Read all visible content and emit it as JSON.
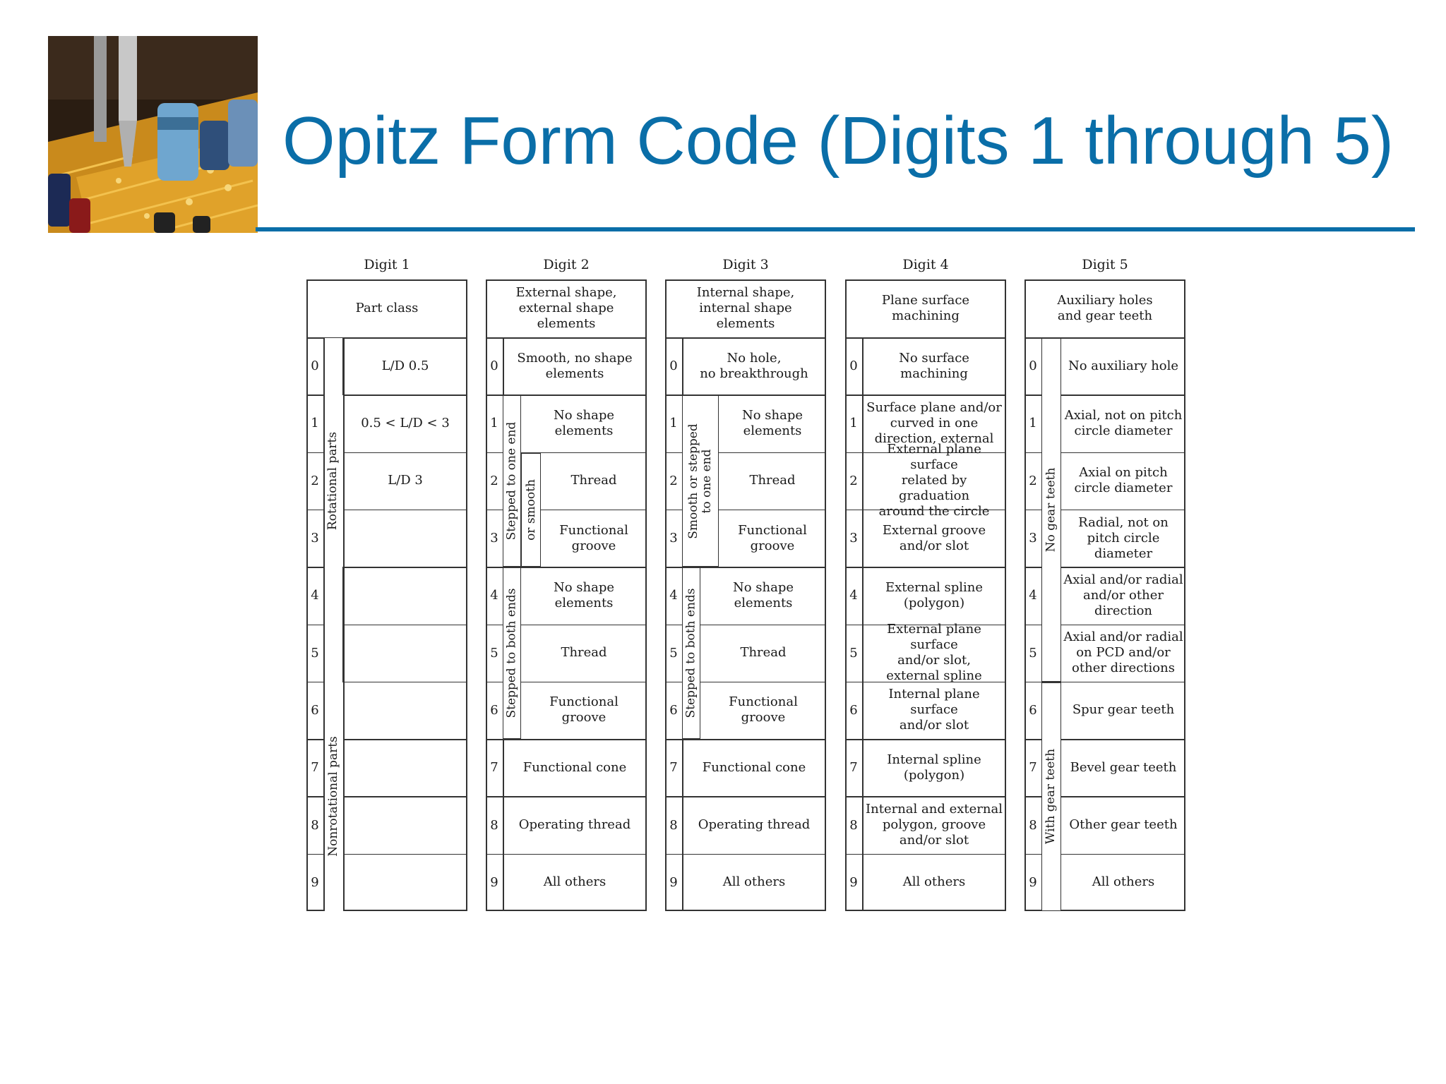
{
  "slide": {
    "title": "Opitz Form Code (Digits 1 through 5)",
    "accent_color": "#0a6ea8",
    "photo": "circuit-board-photo"
  },
  "digits": [
    {
      "label": "Digit 1",
      "header": "Part class",
      "codes": [
        "0",
        "1",
        "2",
        "3",
        "4",
        "5",
        "6",
        "7",
        "8",
        "9"
      ],
      "groups": [
        "Rotational parts",
        "Nonrotational parts"
      ],
      "values": [
        "L/D   0.5",
        "0.5 < L/D < 3",
        "L/D   3",
        "",
        "",
        "",
        "",
        "",
        "",
        ""
      ]
    },
    {
      "label": "Digit 2",
      "header": "External shape,\nexternal shape elements",
      "codes": [
        "0",
        "1",
        "2",
        "3",
        "4",
        "5",
        "6",
        "7",
        "8",
        "9"
      ],
      "groups": [
        "Stepped to one end",
        "or smooth",
        "Stepped to both ends"
      ],
      "values": [
        "Smooth, no shape\nelements",
        "No shape\nelements",
        "Thread",
        "Functional\ngroove",
        "No shape\nelements",
        "Thread",
        "Functional\ngroove",
        "Functional cone",
        "Operating thread",
        "All others"
      ]
    },
    {
      "label": "Digit 3",
      "header": "Internal shape,\ninternal shape elements",
      "codes": [
        "0",
        "1",
        "2",
        "3",
        "4",
        "5",
        "6",
        "7",
        "8",
        "9"
      ],
      "groups": [
        "Smooth or stepped\nto one end",
        "Stepped to both ends"
      ],
      "values": [
        "No hole,\nno breakthrough",
        "No shape\nelements",
        "Thread",
        "Functional\ngroove",
        "No shape\nelements",
        "Thread",
        "Functional\ngroove",
        "Functional cone",
        "Operating thread",
        "All others"
      ]
    },
    {
      "label": "Digit 4",
      "header": "Plane surface\nmachining",
      "codes": [
        "0",
        "1",
        "2",
        "3",
        "4",
        "5",
        "6",
        "7",
        "8",
        "9"
      ],
      "groups": [],
      "values": [
        "No surface\nmachining",
        "Surface plane and/or\ncurved in one\ndirection, external",
        "External plane surface\nrelated by graduation\naround the circle",
        "External groove\nand/or slot",
        "External spline\n(polygon)",
        "External plane surface\nand/or slot,\nexternal spline",
        "Internal plane surface\nand/or slot",
        "Internal spline\n(polygon)",
        "Internal and external\npolygon, groove\nand/or slot",
        "All others"
      ]
    },
    {
      "label": "Digit 5",
      "header": "Auxiliary holes\nand gear teeth",
      "codes": [
        "0",
        "1",
        "2",
        "3",
        "4",
        "5",
        "6",
        "7",
        "8",
        "9"
      ],
      "groups": [
        "No gear teeth",
        "With gear teeth"
      ],
      "values": [
        "No auxiliary hole",
        "Axial, not on pitch\ncircle diameter",
        "Axial on pitch\ncircle diameter",
        "Radial, not on\npitch circle\ndiameter",
        "Axial and/or radial\nand/or other\ndirection",
        "Axial and/or radial\non PCD and/or\nother directions",
        "Spur gear teeth",
        "Bevel gear teeth",
        "Other gear teeth",
        "All others"
      ]
    }
  ]
}
